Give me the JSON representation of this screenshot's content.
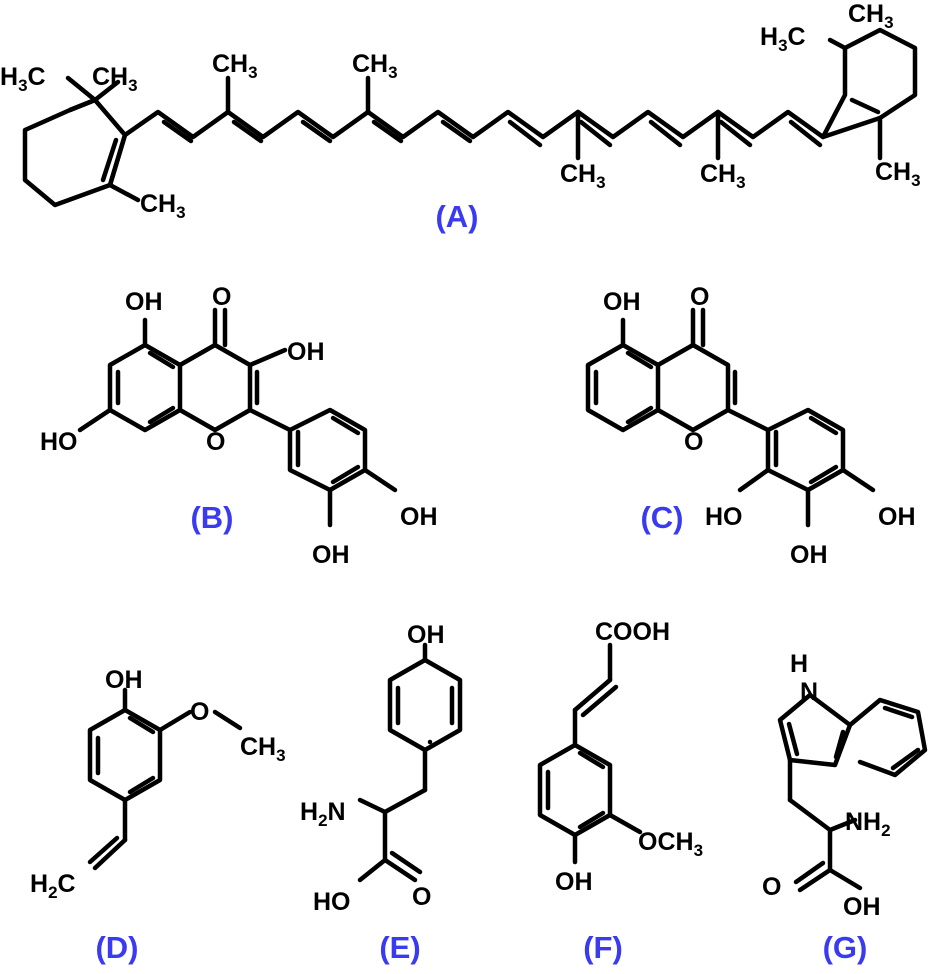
{
  "figure": {
    "labels": {
      "A": "(A)",
      "B": "(B)",
      "C": "(C)",
      "D": "(D)",
      "E": "(E)",
      "F": "(F)",
      "G": "(G)"
    },
    "label_color": "#3a3af0",
    "groups": {
      "H3C": "H3C",
      "CH3": "CH3",
      "OH": "OH",
      "HO": "HO",
      "O": "O",
      "H2N": "H2N",
      "NH2": "NH2",
      "H2C": "H2C",
      "COOH": "COOH",
      "OCH3": "OCH3",
      "O_CH3": "O",
      "H": "H",
      "N": "N"
    }
  }
}
